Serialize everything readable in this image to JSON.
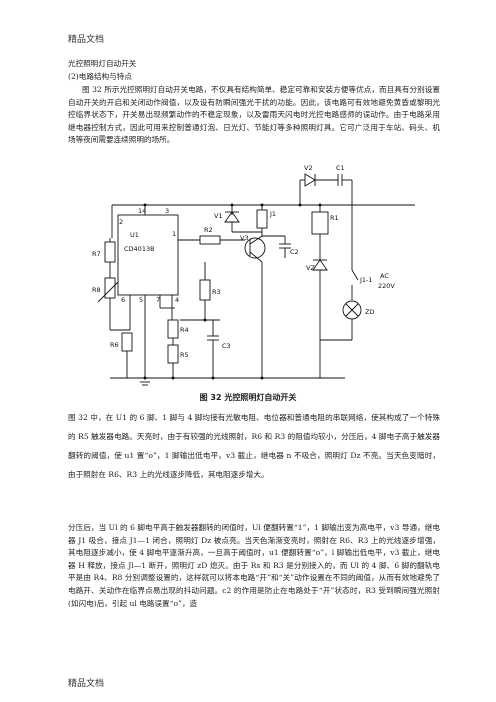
{
  "header": "精品文档",
  "footer": "精品文档",
  "title": "光控照明灯自动开关",
  "subtitle": "(2)电路结构与特点",
  "para1": "图 32 所示光控照明灯自动开关电路，不仅具有结构简单、稳定可靠和安装方便等优点，而且具有分别设置自动开关的开启和关闭动作阀值，以及设有防瞬间强光干扰的功能。因此，该电路可有效地避免黄昏或黎明光控临界状态下，开关易出现频繁动作的不稳定现象，以及雷雨天闪电时光控电路感师的误动作。由于电路采用继电器控制方式，因此可用来控制普通灯泡、日光灯、节能灯等多种照明灯具。它可广泛用于车站、码头、机场等夜间需要连续照明的场所。",
  "caption": "图 32   光控照明灯自动开关",
  "para2": "图 32 中，在 U1 的 6 脚、1 脚与 4 脚均接有光敏电阻、电位器和普通电阻的串联网络，使其构成了一个特殊的 R5 触发器电路。天亮时，由于有较强的光线照射，R6 和 R3 的阻值均较小，分压后，4 脚电子高于触发器翻转的阈值，使 u1 置“o”，1 脚输出低电平，v3 截止，继电器 n 不吸合，照明灯 Dz 不亮。当天色变暗时，由于照射在 R6、R3 上的光线逐步降低，其电阻逐步增大。",
  "para3": "分压后，当 Ul 的 6 脚电平高于触发器翻转的闭值时，Ul 便翻转置“1”，1 脚输出变为高电平，v3 导通，继电器 J1 吸合，接点 J1—1 闭合，照明灯 Dz 被点亮。当天色渐渐变亮时，照射在 R6、R3 上的光线逐步增强，其电阻逐步减小，使 4 脚电平逐渐升高，一旦高于阈值时，u1 便翻转置“o”，l 脚输出低电平，v3 截止，继电器 H 释放，接点 Jl—1 断开，照明灯 zD 熄灭。由于 Rs 和 R3 是分别接入的，而 Ul 的 4 脚、6 脚的翻轨电平是由 R4、R8 分别调整设置的，这样就可以将本电路“开”和“关”动作设置在不同的阈值，从而有效地避免了电路开、关动作在临界点易出现的抖动问题。c2 的作用是防止在电路处于“开”状态时，R3 受到瞬间强光照射(如闪电)后，引起 ul 电路误置“o”，造",
  "schematic_labels": {
    "u1": "U1",
    "chip": "CD4013B",
    "pin14": "14",
    "pin3": "3",
    "pin2": "2",
    "pin1": "1",
    "pin6": "6",
    "pin5": "5",
    "pin7": "7",
    "pin4": "4",
    "r7": "R7",
    "r8": "R8",
    "r6": "R6",
    "r2": "R2",
    "r3": "R3",
    "r4": "R4",
    "r5": "R5",
    "c2": "C2",
    "c3": "C3",
    "c1": "C1",
    "v1": "V1",
    "v2": "V2",
    "v3": "V3",
    "vz": "VZ",
    "j1": "J1",
    "j1_1": "J1-1",
    "r1": "R1",
    "zd": "ZD",
    "ac": "AC",
    "volt": "220V"
  }
}
